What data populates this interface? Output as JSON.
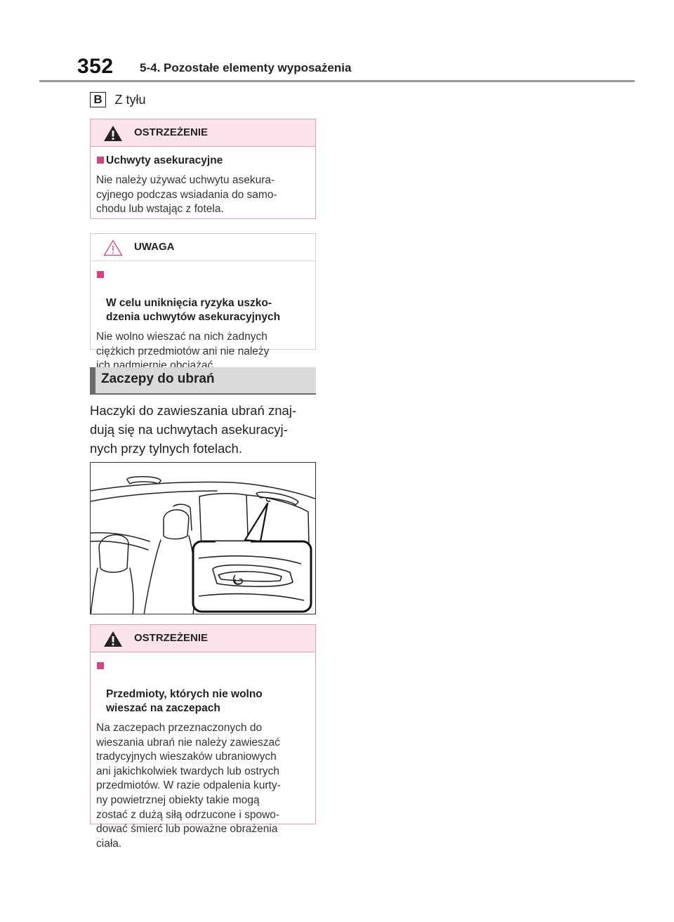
{
  "header": {
    "page_number": "352",
    "section": "5-4. Pozostałe elementy wyposażenia"
  },
  "subsection": {
    "badge": "B",
    "label": "Z tyłu"
  },
  "warning1": {
    "title": "OSTRZEŻENIE",
    "heading": "Uchwyty asekuracyjne",
    "text": "Nie należy używać uchwytu asekura-\ncyjnego podczas wsiadania do samo-\nchodu lub wstając z fotela."
  },
  "caution": {
    "title": "UWAGA",
    "heading": "W celu uniknięcia ryzyka uszko-\ndzenia uchwytów asekuracyjnych",
    "text": "Nie wolno wieszać na nich żadnych\nciężkich przedmiotów ani nie należy\nich nadmiernie obciążać."
  },
  "section2": {
    "title": "Zaczepy do ubrań",
    "body": "Haczyki do zawieszania ubrań znaj-\ndują się na uchwytach asekuracyj-\nnych przy tylnych fotelach."
  },
  "warning2": {
    "title": "OSTRZEŻENIE",
    "heading": "Przedmioty, których nie wolno\nwieszać na zaczepach",
    "text": "Na zaczepach przeznaczonych do\nwieszania ubrań nie należy zawieszać\ntradycyjnych wieszaków ubraniowych\nani jakichkolwiek twardych lub ostrych\nprzedmiotów. W razie odpalenia kurty-\nny powietrznej obiekty takie mogą\nzostać z dużą siłą odrzucone i spowo-\ndować śmierć lub poważne obrażenia\nciała."
  },
  "colors": {
    "warning_accent": "#d2457f",
    "warning_header_bg": "#fbe3ec",
    "banner_bg": "#dadada"
  }
}
